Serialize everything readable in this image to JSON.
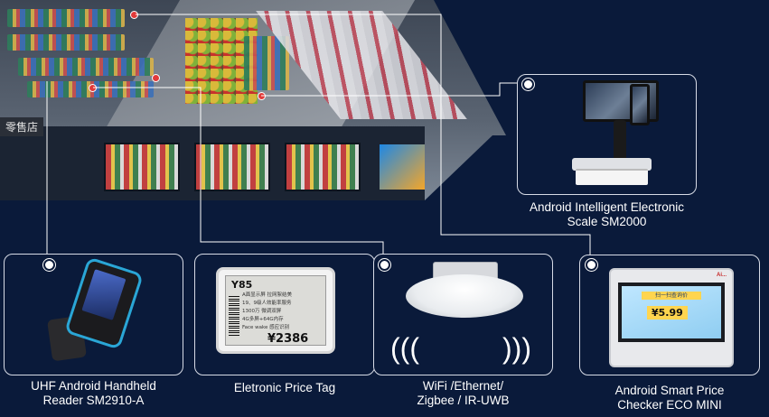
{
  "scene": {
    "store_sign": "零售店"
  },
  "products": [
    {
      "id": "scale",
      "label_line1": "Android Intelligent Electronic",
      "label_line2": "Scale SM2000"
    },
    {
      "id": "handheld",
      "label_line1": "UHF Android Handheld",
      "label_line2": "Reader SM2910-A"
    },
    {
      "id": "price_tag",
      "label_line1": "Eletronic Price Tag",
      "label_line2": ""
    },
    {
      "id": "gateway",
      "label_line1": "WiFi /Ethernet/",
      "label_line2": "Zigbee / IR-UWB"
    },
    {
      "id": "checker",
      "label_line1": "Android Smart Price",
      "label_line2": "Checker ECO MINI"
    }
  ],
  "price_tag_screen": {
    "model": "Y85",
    "lines": [
      "A面显示屏 拉网絮结美",
      "19、9级人效能率服务",
      "1300万 微调双屏",
      "4G多屏+64G内存",
      "Face wake 感应识别"
    ],
    "price": "¥2386"
  },
  "checker_screen": {
    "brand": "Ai...",
    "header": "扫一扫查询价",
    "price": "¥5.99"
  },
  "icons": {
    "wifi_left": "signal-wave-left",
    "wifi_right": "signal-wave-right"
  },
  "colors": {
    "background": "#0a1a3a",
    "card_border": "#d7dbe6",
    "marker_red": "#e23a3a"
  }
}
